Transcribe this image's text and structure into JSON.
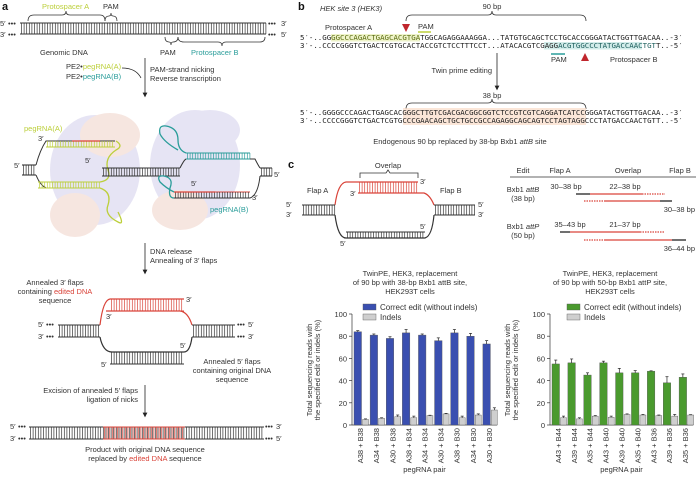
{
  "colors": {
    "edited": "#d9443a",
    "pegA": "#bccf3a",
    "pegB": "#2a9d9a",
    "correct_attB": "#3a4fb0",
    "correct_attP": "#4a9a2e",
    "indels": "#cfcfcf",
    "protein": "#b9b4e0"
  },
  "panel_a": {
    "label": "a",
    "protospacer_a": "Protospacer A",
    "pam": "PAM",
    "protospacer_b": "Protospacer B",
    "five": "5′",
    "three": "3′",
    "dots": "•••",
    "genomic_dna": "Genomic DNA",
    "pe2": "PE2•",
    "pegrna_a": "pegRNA(A)",
    "pegrna_b": "pegRNA(B)",
    "step1": [
      "PAM-strand nicking",
      "Reverse transcription"
    ],
    "step2": [
      "DNA release",
      "Annealing of 3′ flaps"
    ],
    "annealed3": [
      "Annealed 3′ flaps",
      "containing ",
      "edited DNA",
      "sequence"
    ],
    "annealed5": [
      "Annealed 5′ flaps",
      "containing original DNA",
      "sequence"
    ],
    "step3": [
      "Excision of annealed 5′ flaps",
      "ligation of nicks"
    ],
    "product": [
      "Product with original DNA sequence",
      "replaced by ",
      "edited DNA",
      " sequence"
    ]
  },
  "panel_b": {
    "label": "b",
    "title": "HEK site 3 (HEK3)",
    "bp90": "90 bp",
    "bp38": "38 bp",
    "protospacer_a": "Protospacer A",
    "protospacer_b": "Protospacer B",
    "pam": "PAM",
    "arrow": "Twin prime editing",
    "orig_top": [
      "5′-..GG",
      "GGCCCAGACTGAGCACGTGA",
      "TGGCAGAGGAAAGGA...TATGTGCAGCTCCTGCACCGGGATACTGGTTGACAA..-3′"
    ],
    "orig_bottom": [
      "3′-..CCCCGGGTCTGACTCGTGCACTACCGTCTCCTTTCCT...ATACACGTCGAGG",
      "ACGTGGCCCTATGACCAACTGT",
      "T..-5′"
    ],
    "edit_top": [
      "5′-..GGGGCCCAGACTGAGCACG",
      "GGCTTGTCGACGACGGCGGTCTCCGTCGTCAGGATCAT",
      "CCGGGATACTGGTTGACAA..-3′"
    ],
    "edit_bottom": [
      "3′-..CCCCGGGTCTGACTCGTGC",
      "CCGAACAGCTGCTGCCGCCAGAGGCAGCAGTCCTAGTA",
      "GGCCCTATGACCAACTGTT..-5′"
    ],
    "caption_pre": "Endogenous 90 bp replaced by 38-bp Bxb1 ",
    "caption_it": "attB",
    "caption_post": " site"
  },
  "panel_c": {
    "label": "c",
    "overlap": "Overlap",
    "flap_a": "Flap A",
    "flap_b": "Flap B",
    "three": "3′",
    "five": "5′",
    "table": {
      "headers": [
        "Edit",
        "Flap A",
        "Overlap",
        "Flap B"
      ],
      "rows": [
        {
          "edit": "Bxb1 ",
          "edit_it": "attB",
          "size": "(38 bp)",
          "flap_a": "30–38 bp",
          "overlap": "22–38 bp",
          "flap_b": "30–38 bp"
        },
        {
          "edit": "Bxb1 ",
          "edit_it": "attP",
          "size": "(50 bp)",
          "flap_a": "35–43 bp",
          "overlap": "21–37 bp",
          "flap_b": "36–44 bp"
        }
      ]
    }
  },
  "chart_data": [
    {
      "type": "bar",
      "title": [
        "TwinPE, HEK3, replacement",
        "of 90 bp with 38-bp Bxb1 attB site,",
        "HEK293T cells"
      ],
      "xlabel": "pegRNA pair",
      "ylabel": [
        "Total sequencing reads with",
        "the specified edit or indels (%)"
      ],
      "ylim": [
        0,
        100
      ],
      "yticks": [
        0,
        20,
        40,
        60,
        80,
        100
      ],
      "legend_position": "top-right",
      "categories": [
        "A38 + B38",
        "A34 + B38",
        "A30 + B38",
        "A38 + B34",
        "A34 + B34",
        "A30 + B34",
        "A38 + B30",
        "A34 + B30",
        "A30 + B30"
      ],
      "series": [
        {
          "name": "Correct edit (without indels)",
          "values": [
            84,
            81,
            78,
            83,
            81,
            76,
            83,
            80,
            73
          ],
          "errors": [
            1,
            1,
            1.5,
            3,
            1,
            2.5,
            3,
            2.5,
            3
          ]
        },
        {
          "name": "Indels",
          "values": [
            5,
            6,
            7.5,
            6.5,
            8.5,
            10,
            6.5,
            9,
            13.5
          ],
          "errors": [
            0.5,
            0.5,
            1.5,
            1.5,
            0.3,
            0.5,
            1.5,
            1,
            2
          ]
        }
      ]
    },
    {
      "type": "bar",
      "title": [
        "TwinPE, HEK3, replacement",
        "of 90 bp with 50-bp Bxb1 attP site,",
        "HEK293T cells"
      ],
      "xlabel": "pegRNA pair",
      "ylabel": [
        "Total sequencing reads with",
        "the specified edit or indels (%)"
      ],
      "ylim": [
        0,
        100
      ],
      "yticks": [
        0,
        20,
        40,
        60,
        80,
        100
      ],
      "legend_position": "top-right",
      "categories": [
        "A43 + B44",
        "A39 + B44",
        "A35 + B44",
        "A43 + B40",
        "A39 + B40",
        "A35 + B40",
        "A43 + B36",
        "A39 + B36",
        "A35 + B36"
      ],
      "series": [
        {
          "name": "Correct edit (without indels)",
          "values": [
            55,
            56,
            45,
            56,
            47,
            47,
            48.5,
            38,
            43
          ],
          "errors": [
            3.5,
            3.5,
            2,
            1.5,
            4,
            2,
            0.3,
            5.5,
            3
          ]
        },
        {
          "name": "Indels",
          "values": [
            6.5,
            5.5,
            8,
            7,
            9.5,
            9,
            8.5,
            8,
            9
          ],
          "errors": [
            1.5,
            1,
            0.5,
            1,
            0.5,
            0.5,
            0.5,
            1.5,
            0.3
          ]
        }
      ]
    }
  ]
}
